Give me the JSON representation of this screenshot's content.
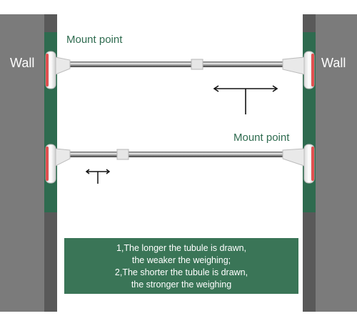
{
  "labels": {
    "wall_left": "Wall",
    "wall_right": "Wall",
    "mount_point_top": "Mount point",
    "mount_point_bottom": "Mount point"
  },
  "info": {
    "line1": "1,The longer the tubule is drawn,",
    "line2": "the weaker the weighing;",
    "line3": "2,The shorter the tubule is drawn,",
    "line4": "the stronger the weighing"
  },
  "colors": {
    "wall": "#7b7b7b",
    "mount_green": "#2e6b4f",
    "box_green": "#3a7557",
    "cap_accent": "#e05050"
  }
}
